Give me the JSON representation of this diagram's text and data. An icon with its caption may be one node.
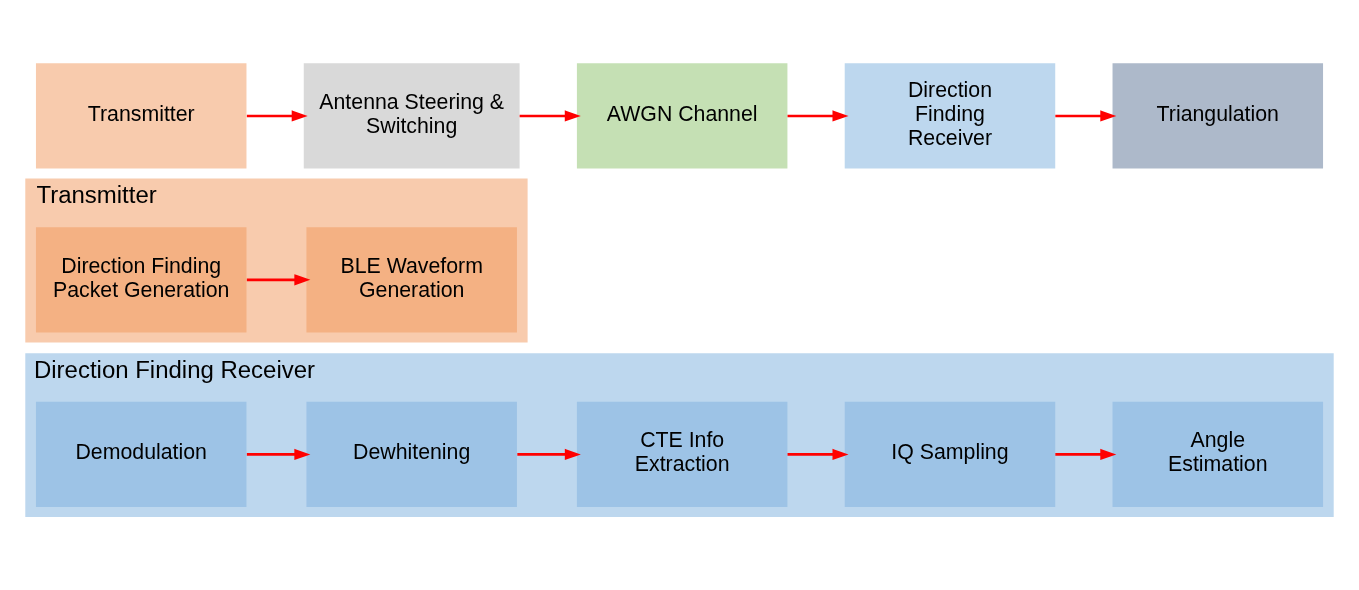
{
  "diagram": {
    "nodes": [
      {
        "text": [
          "Transmitter"
        ]
      },
      {
        "text": [
          "Antenna Steering & Switching"
        ]
      },
      {
        "text": [
          "AWGN Channel"
        ]
      },
      {
        "text": [
          "Direction Finding Receiver"
        ]
      },
      {
        "text": [
          "Triangulation"
        ]
      },
      {
        "text": [
          "Transmitter"
        ]
      },
      {
        "text": [
          "Direction Finding Packet Generation"
        ],
        "in": 5
      },
      {
        "text": [
          "BLE Waveform Generation"
        ],
        "in": 5
      },
      {
        "text": [
          "Direction Finding Receiver"
        ]
      },
      {
        "text": [
          "Demodulation"
        ],
        "in": 8
      },
      {
        "text": [
          "Dewhitening"
        ],
        "in": 8
      },
      {
        "text": [
          "CTE Info Extraction"
        ],
        "in": 8
      },
      {
        "text": [
          "IQ Sampling"
        ],
        "in": 8
      },
      {
        "text": [
          "Angle Estimation"
        ],
        "in": 8
      }
    ],
    "edges": [
      {
        "from": 0,
        "to": 1,
        "arrow": "to"
      },
      {
        "from": 1,
        "to": 2,
        "arrow": "to"
      },
      {
        "from": 2,
        "to": 3,
        "arrow": "to"
      },
      {
        "from": 3,
        "to": 4,
        "arrow": "to"
      },
      {
        "from": 6,
        "to": 7,
        "arrow": "to"
      },
      {
        "from": 9,
        "to": 10,
        "arrow": "to"
      },
      {
        "from": 10,
        "to": 11,
        "arrow": "to"
      },
      {
        "from": 11,
        "to": 12,
        "arrow": "to"
      },
      {
        "from": 12,
        "to": 13,
        "arrow": "to"
      }
    ]
  }
}
